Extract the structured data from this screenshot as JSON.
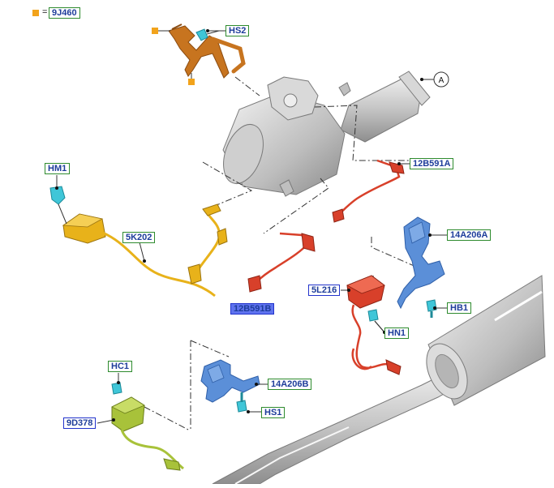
{
  "legend": {
    "symbol_label": "=",
    "code": "9J460",
    "symbol_color": "#f2a31b"
  },
  "callouts": {
    "hs2": "HS2",
    "a": "A",
    "hm1": "HM1",
    "b12591a": "12B591A",
    "k5202": "5K202",
    "a14206a": "14A206A",
    "l5216": "5L216",
    "hb1": "HB1",
    "b12591b": "12B591B",
    "hn1": "HN1",
    "hc1": "HC1",
    "a14206b": "14A206B",
    "d9378": "9D378",
    "hs1": "HS1"
  },
  "colors": {
    "bracket_orange": "#c7741f",
    "fastener_cyan": "#3fc6d8",
    "sensor_yellow": "#e8b21a",
    "harness_red": "#d8402a",
    "bracket_blue": "#5b8fd8",
    "sensor_green": "#a8c23a",
    "exhaust_grey": "#c9c9c9"
  }
}
